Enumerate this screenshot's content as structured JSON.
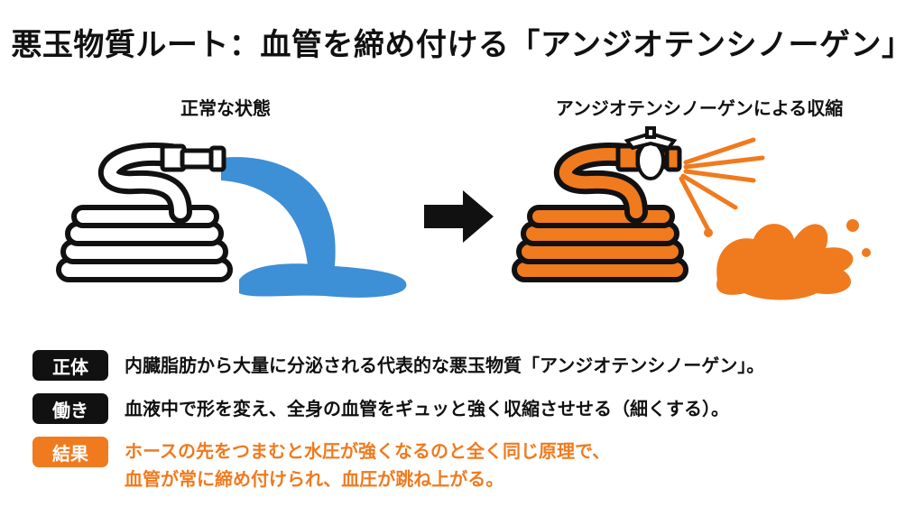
{
  "title": "悪玉物質ルート：血管を締め付ける「アンジオテンシノーゲン」",
  "panels": {
    "left_label": "正常な状態",
    "right_label": "アンジオテンシノーゲンによる収縮"
  },
  "colors": {
    "water": "#3d8fd6",
    "accent": "#f07a1e",
    "dark": "#111111"
  },
  "rows": [
    {
      "badge": "正体",
      "text": "内臓脂肪から大量に分泌される代表的な悪玉物質「アンジオテンシノーゲン」。"
    },
    {
      "badge": "働き",
      "text": "血液中で形を変え、全身の血管をギュッと強く収縮させせる（細くする）。"
    },
    {
      "badge": "結果",
      "line1": "ホースの先をつまむと水圧が強くなるのと全く同じ原理で、",
      "line2": "血管が常に締め付けられ、血圧が跳ね上がる。"
    }
  ]
}
